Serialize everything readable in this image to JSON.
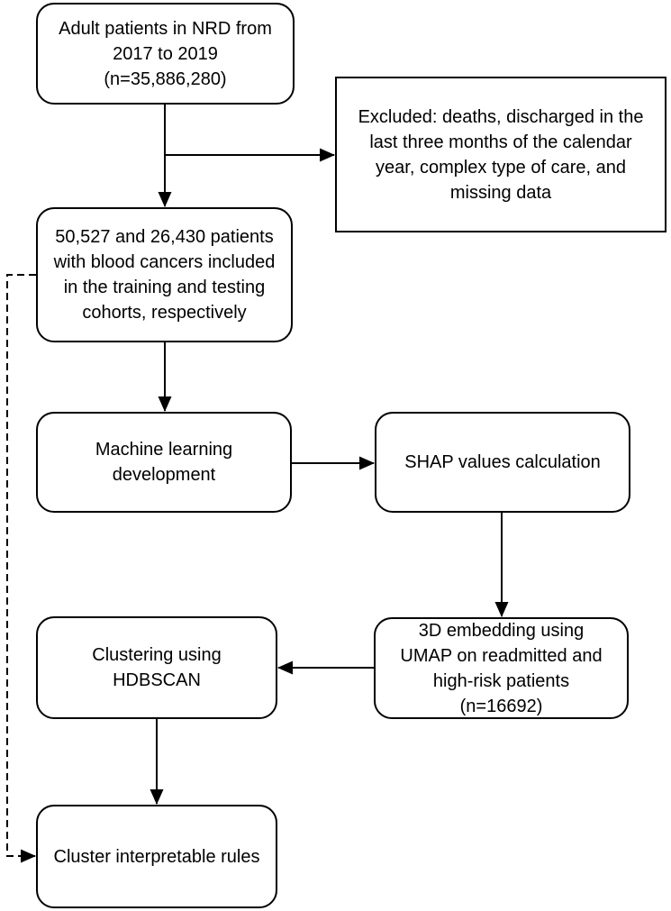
{
  "figure": {
    "background_color": "#ffffff",
    "line_color": "#000000",
    "text_color": "#000000"
  },
  "nodes": {
    "adult_patients": {
      "text": "Adult patients in NRD from\n2017 to 2019\n(n=35,886,280)",
      "shape": "rounded"
    },
    "excluded": {
      "text": "Excluded: deaths, discharged in the\nlast three months of the calendar\nyear, complex type of care, and\nmissing data",
      "shape": "rectangle"
    },
    "cohorts": {
      "text": "50,527 and 26,430 patients\nwith blood cancers included\nin the training and testing\ncohorts, respectively",
      "shape": "rounded"
    },
    "ml_development": {
      "text": "Machine learning\ndevelopment",
      "shape": "rounded"
    },
    "shap": {
      "text": "SHAP values calculation",
      "shape": "rounded"
    },
    "umap_embedding": {
      "text": "3D embedding using\nUMAP on readmitted and\nhigh-risk patients\n(n=16692)",
      "shape": "rounded"
    },
    "clustering": {
      "text": "Clustering using\nHDBSCAN",
      "shape": "rounded"
    },
    "cluster_rules": {
      "text": "Cluster interpretable rules",
      "shape": "rounded"
    }
  },
  "edges": [
    {
      "from": "adult_patients",
      "to": "cohorts",
      "style": "solid"
    },
    {
      "from": "adult_patients",
      "to": "excluded",
      "style": "solid"
    },
    {
      "from": "cohorts",
      "to": "ml_development",
      "style": "solid"
    },
    {
      "from": "ml_development",
      "to": "shap",
      "style": "solid"
    },
    {
      "from": "shap",
      "to": "umap_embedding",
      "style": "solid"
    },
    {
      "from": "umap_embedding",
      "to": "clustering",
      "style": "solid"
    },
    {
      "from": "clustering",
      "to": "cluster_rules",
      "style": "solid"
    },
    {
      "from": "cohorts",
      "to": "cluster_rules",
      "style": "dashed"
    }
  ]
}
